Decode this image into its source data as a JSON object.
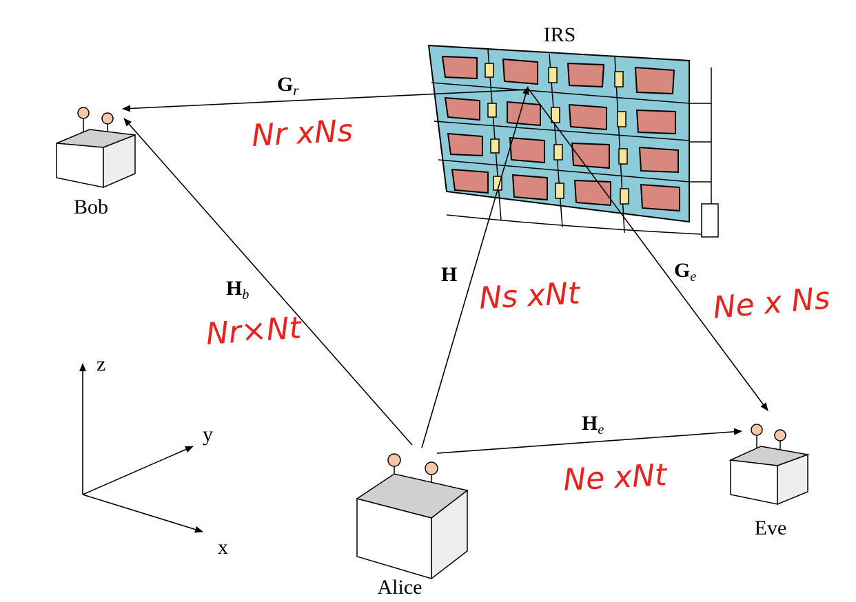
{
  "nodes": {
    "bob": "Bob",
    "alice": "Alice",
    "eve": "Eve",
    "irs": "IRS"
  },
  "channels": {
    "gr": {
      "main": "G",
      "sub": "r"
    },
    "hb": {
      "main": "H",
      "sub": "b"
    },
    "h": {
      "main": "H",
      "sub": ""
    },
    "ge": {
      "main": "G",
      "sub": "e"
    },
    "he": {
      "main": "H",
      "sub": "e"
    }
  },
  "annotations": {
    "gr_dim": "Nr xNs",
    "hb_dim": "Nr×Nt",
    "h_dim": "Ns xNt",
    "ge_dim": "Ne x Ns",
    "he_dim": "Ne xNt"
  },
  "axes": {
    "z": "z",
    "y": "y",
    "x": "x"
  },
  "colors": {
    "irs_panel": "#8ecbd9",
    "irs_element": "#d98880",
    "irs_diode": "#f7e69a",
    "handwriting": "#e8231c",
    "box_top": "#d0d0d0",
    "box_side": "#eeeeee",
    "antenna_tip": "#f6c7a9"
  }
}
